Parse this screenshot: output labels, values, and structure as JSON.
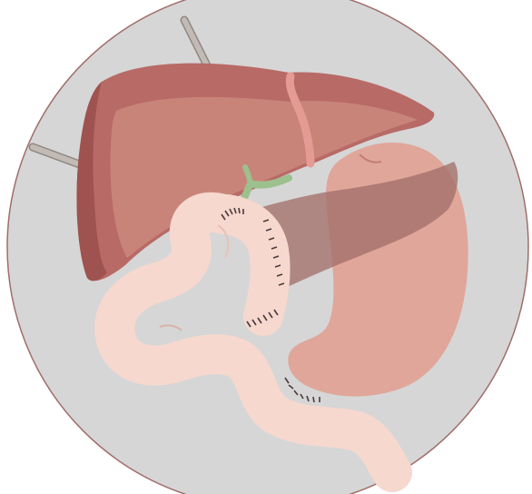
{
  "diagram": {
    "kind": "surgical anatomy illustration (pancreaticoduodenectomy reconstruction)",
    "structures": [
      "liver",
      "falciform-ligament",
      "bile-duct",
      "stomach",
      "pancreas",
      "jejunum",
      "pancreaticojejunostomy",
      "hepaticojejunostomy",
      "gastrojejunostomy"
    ],
    "instruments": [
      "retractor-upper",
      "retractor-left"
    ],
    "colors": {
      "background": "#d6d6d6",
      "border": "#a06e6a",
      "liver": "#b86a66",
      "liver_highlight": "#c98479",
      "liver_shadow": "#9e5351",
      "falciform": "#e49b94",
      "stomach": "#e0a69a",
      "pancreas": "#b2807a",
      "jejunum": "#f6d8cf",
      "bile_duct": "#9cc08e",
      "sutures": "#4a3b3b",
      "retractor": "#b5aca7"
    }
  }
}
